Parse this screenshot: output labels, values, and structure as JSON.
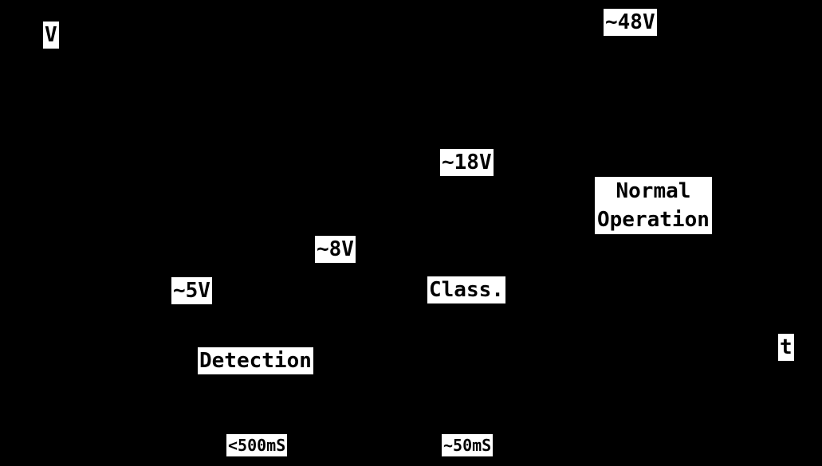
{
  "colors": {
    "background": "#000000",
    "label_background": "#ffffff",
    "label_text": "#000000"
  },
  "axes": {
    "y_label": "V",
    "x_label": "t"
  },
  "voltage_labels": {
    "normal_operation": "~48V",
    "class_high": "~18V",
    "class_low": "~8V",
    "detection": "~5V"
  },
  "stage_labels": {
    "detection": "Detection",
    "classification": "Class.",
    "normal_operation_line1": "Normal",
    "normal_operation_line2": "Operation"
  },
  "time_labels": {
    "detection_duration": "<500mS",
    "classification_duration": "~50mS"
  }
}
